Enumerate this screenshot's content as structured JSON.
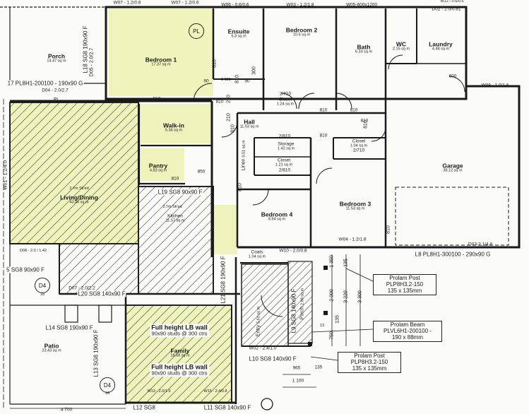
{
  "rooms": [
    {
      "key": "bedroom1",
      "name": "Bedroom 1",
      "area": "17.37 sq m"
    },
    {
      "key": "ensuite",
      "name": "Ensuite",
      "area": "6.3 sq m"
    },
    {
      "key": "bedroom2",
      "name": "Bedroom 2",
      "area": "10.6 sq m"
    },
    {
      "key": "bath",
      "name": "Bath",
      "area": "6.33 sq m"
    },
    {
      "key": "wc",
      "name": "WC",
      "area": "2.15 sq m"
    },
    {
      "key": "laundry",
      "name": "Laundry",
      "area": "4.48 sq m"
    },
    {
      "key": "porch",
      "name": "Porch",
      "area": "14.47 sq m"
    },
    {
      "key": "walkin",
      "name": "Walk-in",
      "area": "5.34 sq m"
    },
    {
      "key": "pantry",
      "name": "Pantry",
      "area": "4.83 sq m"
    },
    {
      "key": "hall",
      "name": "Hall",
      "area": "11.53 sq m"
    },
    {
      "key": "closet2",
      "name": "Closet",
      "area": "1.24 sq m"
    },
    {
      "key": "storage",
      "name": "Storage",
      "area": "1.42 sq m"
    },
    {
      "key": "closet4",
      "name": "Closet",
      "area": "1.21 sq m"
    },
    {
      "key": "closet3",
      "name": "Closet",
      "area": "1.04 sq m"
    },
    {
      "key": "garage",
      "name": "Garage",
      "area": "38.12 sq m"
    },
    {
      "key": "living",
      "name": "Living/Dining",
      "area": "43.46 sq m"
    },
    {
      "key": "kitchen",
      "name": "Kitchen",
      "area": "11.57 sq m"
    },
    {
      "key": "bedroom4",
      "name": "Bedroom 4",
      "area": "8.64 sq m"
    },
    {
      "key": "bedroom3",
      "name": "Bedroom 3",
      "area": "11.53 sq m"
    },
    {
      "key": "coats",
      "name": "Coats",
      "area": "1.04 sq m"
    },
    {
      "key": "entry",
      "name": "Entry",
      "area": "5.91 sq m"
    },
    {
      "key": "porch2",
      "name": "Porch",
      "area": "2.88 sq m"
    },
    {
      "key": "family",
      "name": "Family",
      "area": "18.58 sq m"
    },
    {
      "key": "patio",
      "name": "Patio",
      "area": "23.43 sq m"
    },
    {
      "key": "linen",
      "name": "Linen",
      "area": "0.51 sq m"
    }
  ],
  "windows": {
    "w07a": "W07 - 1.2/0.6",
    "w07b": "W07 - 1.2/0.6",
    "w06": "W06 - 0.6/0.6",
    "w03": "W03 - 1.2/1.8",
    "w05": "W05-600x1200",
    "w12": "W12 - 0.6/0.6",
    "d02": "D02 - 2.0/0.61",
    "w08": "W08 - 1.0/1.6",
    "d05": "D05 - 2.0/2.7",
    "d04": "D04 - 2.0/2.7",
    "w01": "W01 - 1.2/4.0",
    "w04": "W04 - 1.2/1.8",
    "d03": "D03-2.1/4.8",
    "w10": "W10 - 2.0/0.8",
    "d08": "D08 - 2.0 / 1.42",
    "d07": "D07 - 2.0/2.2",
    "w02": "W02 - 2.4/1.0",
    "w13": "W13 - 2.0/1.0",
    "w15": "W15 - 2.4/0.8"
  },
  "doors": {
    "d810a": "810",
    "d810b": "810",
    "d810c": "810",
    "d810d": "810",
    "d810e": "810",
    "d810f": "810",
    "d810g": "810",
    "d810h": "810",
    "d810i": "810",
    "d810j": "810",
    "d810k": "810",
    "d810l": "810",
    "d810m": "810",
    "d90a": "90",
    "d90b": "90",
    "d300": "300",
    "d1020": "1 020",
    "d210a": "210",
    "d210b": "210",
    "d600": "600",
    "d850": "850",
    "c2710a": "2/710",
    "c2810a": "2/810",
    "c2810b": "2/810",
    "c2710b": "2/710",
    "ceil": "2.7m Sk'ed"
  },
  "beams": {
    "b1": "17 PL8H1-200100 - 190x90 G",
    "l18": "L18 SG8 190x90 F",
    "l19": "L19 SG8 90x90 F",
    "l20": "L20 SG8 140x90 F",
    "l21": "L21 SG8 190x90 F",
    "l9": "L9 SG8 140x90 F",
    "l8": "L8 PL8H1-300100 - 290x90 G",
    "l5": "5 SG8 90x90 F",
    "l14": "L14 SG8 190x90 F",
    "l13": "L13 SG8 190x90 F",
    "l10": "L10 SG8 140x90 F",
    "l12": "L12 SG8",
    "l11": "L11 SG8 140x90 F",
    "pl": "PL"
  },
  "notes": {
    "lb1_line1": "Full height LB wall",
    "lb1_line2": "90x90 studs @ 300 ctrs",
    "lb2_line1": "Full height LB wall",
    "lb2_line2": "90x90 studs @ 300 ctrs"
  },
  "callouts": {
    "post1_title": "Prolam Post",
    "post1_code": "PLP8H3.2-150",
    "post1_size": "135 x 135mm",
    "beam_title": "Prolam Beam",
    "beam_code": "PLVL6H1-200100 -",
    "beam_size": "190 x 88mm",
    "post2_title": "Prolam Post",
    "post2_code": "PLP8H3.2-150",
    "post2_size": "135 x 135mm"
  },
  "dims": {
    "d1350": "1 350",
    "d2000": "2 000",
    "d3220": "3 220",
    "d3300": "3 300",
    "d135a": "135",
    "d135b": "135",
    "d135c": "135",
    "d750": "750",
    "d965": "965",
    "d1100": "1 100",
    "d4700": "4 700"
  },
  "markers": {
    "d4a": "D4",
    "d4b": "D4",
    "n18a": "18",
    "n18b": "18",
    "n13": "13",
    "pl": "PL"
  }
}
